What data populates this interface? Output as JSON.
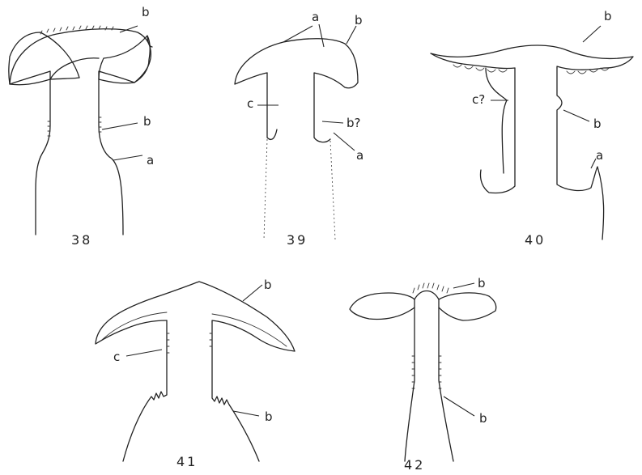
{
  "figures": [
    {
      "number": "38",
      "labels": [
        "b",
        "b",
        "a"
      ]
    },
    {
      "number": "39",
      "labels": [
        "a",
        "b",
        "c",
        "b?",
        "a"
      ]
    },
    {
      "number": "40",
      "labels": [
        "b",
        "c?",
        "b",
        "a"
      ]
    },
    {
      "number": "41",
      "labels": [
        "b",
        "c",
        "b"
      ]
    },
    {
      "number": "42",
      "labels": [
        "b",
        "b"
      ]
    }
  ]
}
